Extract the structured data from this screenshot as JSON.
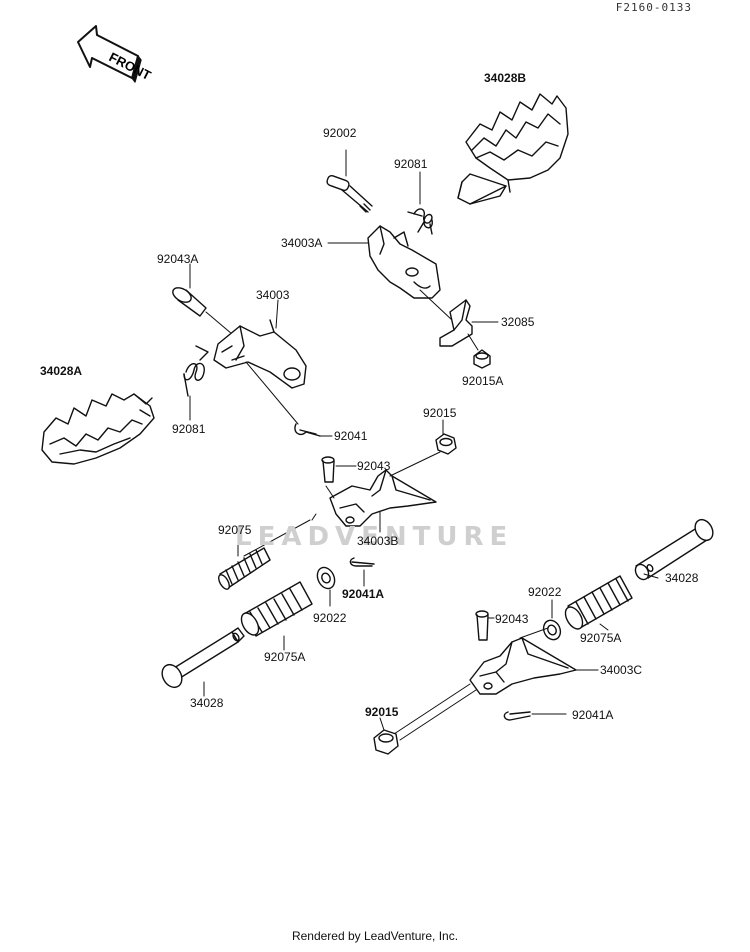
{
  "figure_code": "F2160-0133",
  "direction": {
    "label": "FRONT"
  },
  "watermark": "LEADVENTURE",
  "footer": "Rendered by LeadVenture, Inc.",
  "callouts": {
    "c34028B": "34028B",
    "c92002": "92002",
    "c92081_top": "92081",
    "c34003A": "34003A",
    "c32085": "32085",
    "c92015A": "92015A",
    "c92043A": "92043A",
    "c34003": "34003",
    "c34028A": "34028A",
    "c92081_left": "92081",
    "c92041": "92041",
    "c92015_mid": "92015",
    "c92043_mid": "92043",
    "c92075": "92075",
    "c34003B": "34003B",
    "c92041A_mid": "92041A",
    "c92022_left": "92022",
    "c92075A_left": "92075A",
    "c34028_left": "34028",
    "c92022_right": "92022",
    "c92043_right": "92043",
    "c92075A_right": "92075A",
    "c34028_right": "34028",
    "c34003C": "34003C",
    "c92015_bottom": "92015",
    "c92041A_right": "92041A"
  }
}
